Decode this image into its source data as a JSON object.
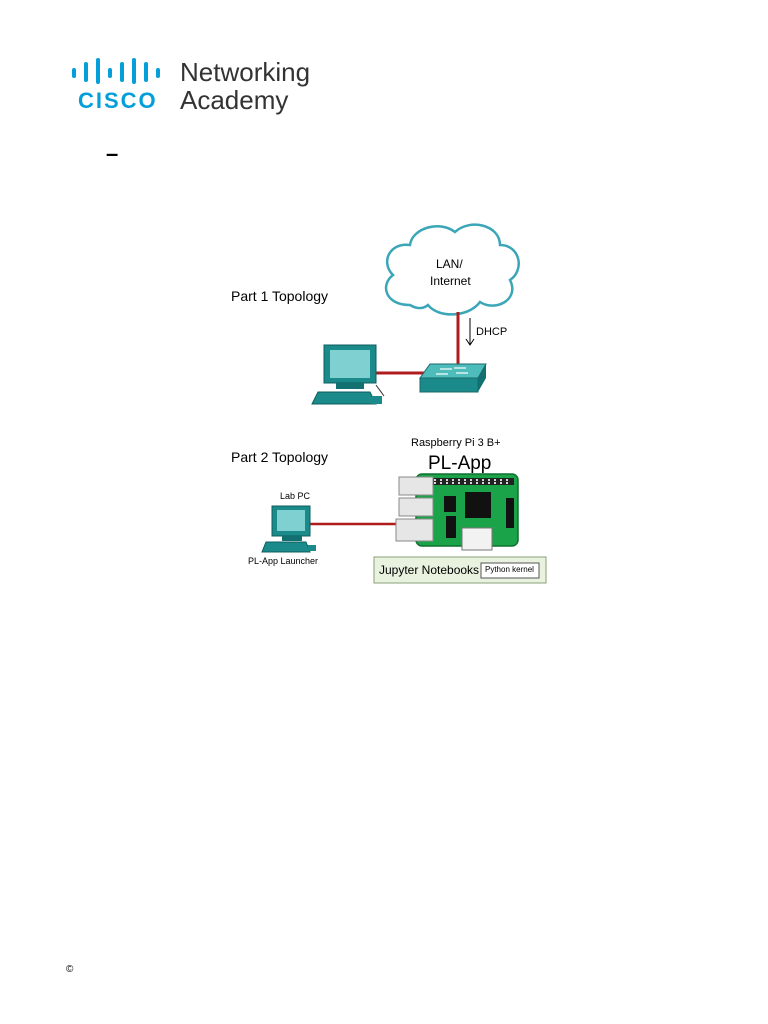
{
  "header": {
    "brand": "CISCO",
    "product_line1": "Networking",
    "product_line2": "Academy",
    "logo_icon": "cisco-bridge-bars-icon",
    "brand_color": "#049fd9"
  },
  "title_dash": "–",
  "topology": {
    "part1_title": "Part 1 Topology",
    "cloud_label_line1": "LAN/",
    "cloud_label_line2": "Internet",
    "dhcp_label": "DHCP",
    "part2_title": "Part 2 Topology",
    "board_caption": "Raspberry Pi 3 B+",
    "board_title": "PL-App",
    "lab_pc_label": "Lab PC",
    "launcher_label": "PL-App Launcher",
    "jupyter_label": "Jupyter Notebooks",
    "kernel_label": "Python kernel",
    "cable_color": "#b01c1c",
    "device_color": "#1a8a8a",
    "board_color": "#1ba34a"
  },
  "footer": {
    "copyright_symbol": "©"
  }
}
